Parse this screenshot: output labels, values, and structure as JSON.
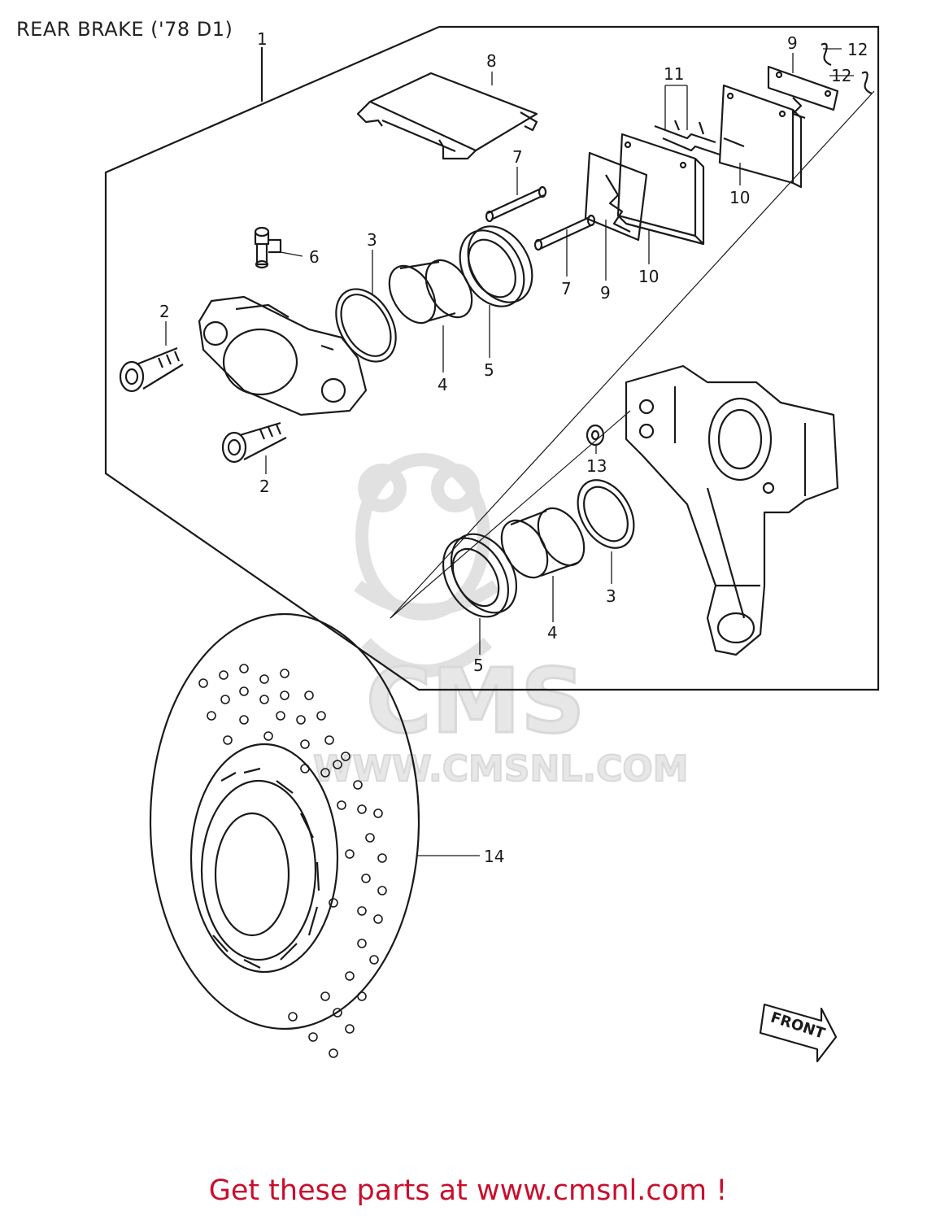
{
  "title": "REAR BRAKE ('78 D1)",
  "footer": "Get these parts at www.cmsnl.com !",
  "watermark": {
    "brand": "CMS",
    "url": "WWW.CMSNL.COM"
  },
  "front_label": "FRONT",
  "callouts": {
    "c1": "1",
    "c2a": "2",
    "c2b": "2",
    "c3a": "3",
    "c3b": "3",
    "c4a": "4",
    "c4b": "4",
    "c5a": "5",
    "c5b": "5",
    "c6": "6",
    "c7a": "7",
    "c7b": "7",
    "c8": "8",
    "c9a": "9",
    "c9b": "9",
    "c10a": "10",
    "c10b": "10",
    "c11": "11",
    "c12a": "12",
    "c12b": "12",
    "c13": "13",
    "c14": "14"
  },
  "colors": {
    "line": "#1a1a1a",
    "footer": "#c8102e",
    "watermark": "#d9d9d9"
  }
}
